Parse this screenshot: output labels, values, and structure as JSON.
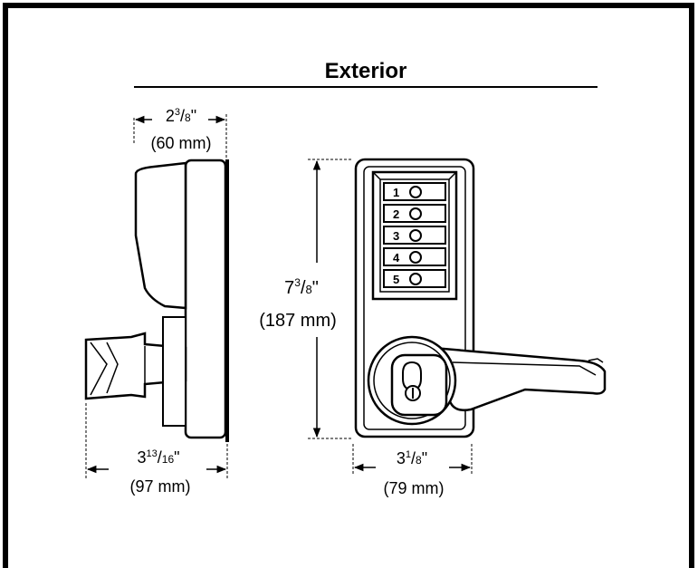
{
  "title": "Exterior",
  "side_view": {
    "depth_top": {
      "whole": "2",
      "sup": "3",
      "slash": "/",
      "sub": "8",
      "unit": "\"",
      "metric": "(60 mm)"
    },
    "depth_bottom": {
      "whole": "3",
      "sup": "13",
      "slash": "/",
      "sub": "16",
      "unit": "\"",
      "metric": "(97 mm)"
    }
  },
  "front_view": {
    "height": {
      "whole": "7",
      "sup": "3",
      "slash": "/",
      "sub": "8",
      "unit": "\"",
      "metric": "(187 mm)"
    },
    "width": {
      "whole": "3",
      "sup": "1",
      "slash": "/",
      "sub": "8",
      "unit": "\"",
      "metric": "(79 mm)"
    },
    "keypad_buttons": [
      "1",
      "2",
      "3",
      "4",
      "5"
    ]
  }
}
